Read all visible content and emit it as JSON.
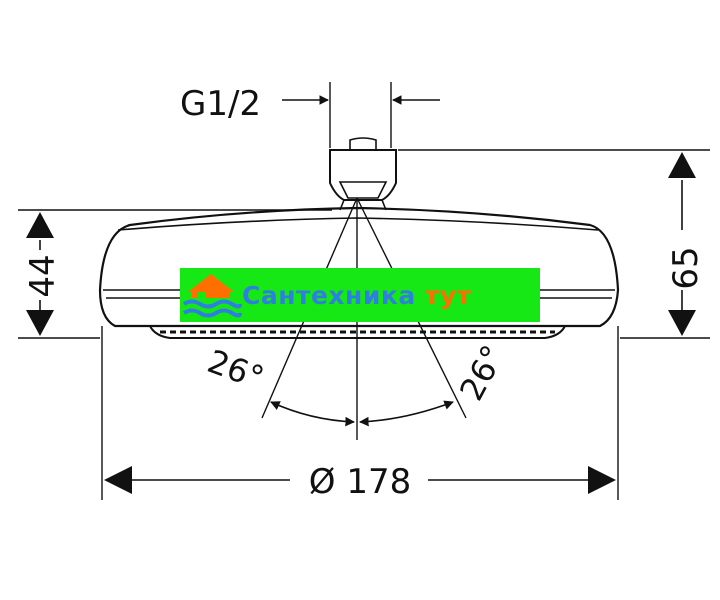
{
  "dimensions": {
    "connection": "G1/2",
    "total_height": "65",
    "body_height": "44",
    "diameter": "Ø 178",
    "angle_left": "26°",
    "angle_right": "26°"
  },
  "watermark": {
    "text_part1": "Сантехника",
    "text_part2": "тут",
    "color_bg": "#15e815",
    "color_text1": "#2f7fe0",
    "color_text2": "#ff6f00"
  }
}
